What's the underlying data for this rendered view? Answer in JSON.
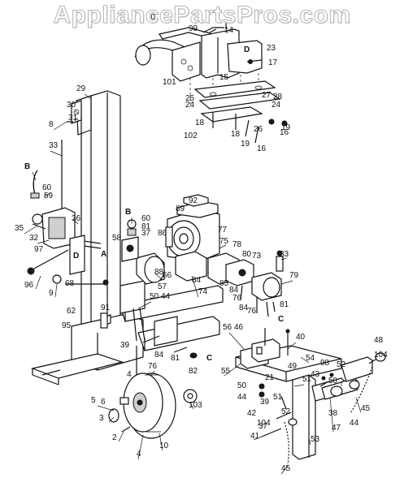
{
  "watermark": "AppliancePartsPros.com",
  "part_labels": [
    "20",
    "99",
    "14",
    "23",
    "17",
    "101",
    "15",
    "25",
    "24",
    "27",
    "28",
    "24",
    "18",
    "102",
    "18",
    "26",
    "19",
    "19",
    "16",
    "16",
    "29",
    "30",
    "31",
    "8",
    "33",
    "B",
    "60",
    "59",
    "36",
    "35",
    "32",
    "97",
    "A",
    "96",
    "9",
    "68",
    "62",
    "95",
    "91",
    "39",
    "B",
    "60",
    "81",
    "37",
    "58",
    "66",
    "57",
    "92",
    "89",
    "77",
    "86",
    "88",
    "84",
    "74",
    "75",
    "78",
    "80",
    "73",
    "83",
    "79",
    "85",
    "84",
    "76",
    "84",
    "76",
    "81",
    "C",
    "50",
    "44",
    "84",
    "81",
    "82",
    "C",
    "103",
    "76",
    "4",
    "5",
    "6",
    "3",
    "2",
    "10",
    "4",
    "56",
    "46",
    "40",
    "55",
    "49",
    "54",
    "51",
    "43",
    "98",
    "50",
    "52",
    "104",
    "48",
    "50",
    "44",
    "21",
    "39",
    "51",
    "42",
    "37",
    "38",
    "45",
    "44",
    "47",
    "41",
    "104",
    "52",
    "53",
    "45"
  ]
}
